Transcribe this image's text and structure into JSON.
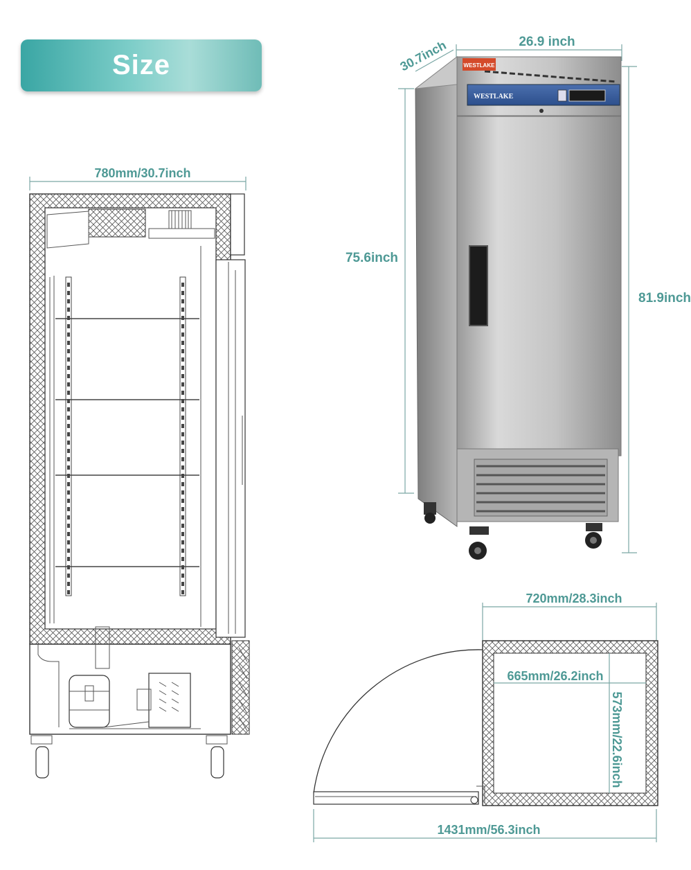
{
  "banner": {
    "title": "Size"
  },
  "side_view": {
    "width_label": "780mm/30.7inch"
  },
  "product_view": {
    "depth_label": "30.7inch",
    "width_label": "26.9 inch",
    "height_body_label": "75.6inch",
    "height_total_label": "81.9inch",
    "brand": "WESTLAKE",
    "brand_badge": "WESTLAKE"
  },
  "top_view": {
    "outer_width_label": "720mm/28.3inch",
    "inner_width_label": "665mm/26.2inch",
    "inner_depth_label": "573mm/22.6inch",
    "open_width_label": "1431mm/56.3inch"
  },
  "colors": {
    "accent": "#4e9995",
    "banner": "#5fb9b5"
  }
}
